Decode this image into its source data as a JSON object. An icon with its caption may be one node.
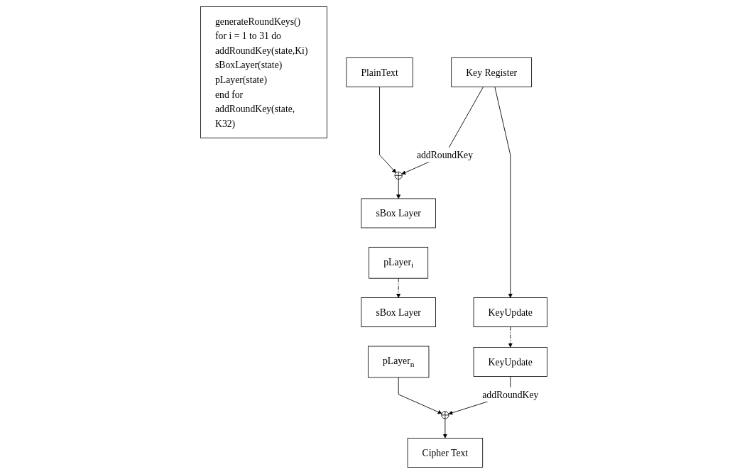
{
  "diagram": {
    "nodes": [
      {
        "text": [
          "generateRoundKeys()",
          "for i = 1 to 31 do",
          "addRoundKey(state,Ki)",
          "sBoxLayer(state)",
          "pLayer(state)",
          "end for",
          "addRoundKey(state, K32)"
        ]
      },
      {
        "text": [
          "PlainText"
        ]
      },
      {
        "text": [
          "Key Register"
        ]
      },
      {
        "text": [],
        "shape": "circle"
      },
      {
        "text": [
          "KeyUpdate"
        ]
      },
      {
        "text": [
          "sBox Layer"
        ]
      },
      {
        "text": [
          "pLayer$_{i}$"
        ]
      },
      {
        "text": [
          "sBox Layer"
        ]
      },
      {
        "text": [
          "pLayer$_{n}$"
        ]
      },
      {
        "text": [],
        "shape": "circle"
      },
      {
        "text": [
          "KeyUpdate"
        ]
      },
      {
        "text": [
          "Cipher Text"
        ]
      }
    ],
    "edges": [
      {
        "from": 1,
        "to": 3,
        "arrow": "to"
      },
      {
        "from": 2,
        "to": 3,
        "arrow": "to",
        "label": "addRoundKey"
      },
      {
        "from": 2,
        "to": 4,
        "arrow": "to"
      },
      {
        "from": 3,
        "to": 5,
        "arrow": "to"
      },
      {
        "from": 6,
        "to": 7,
        "arrow": "to",
        "style": "dashed"
      },
      {
        "from": 4,
        "to": 10,
        "arrow": "to",
        "style": "dashed"
      },
      {
        "from": 8,
        "to": 9,
        "arrow": "to"
      },
      {
        "from": 10,
        "to": 9,
        "arrow": "to",
        "label": "addRoundKey"
      },
      {
        "from": 9,
        "to": 11,
        "arrow": "to"
      }
    ]
  }
}
